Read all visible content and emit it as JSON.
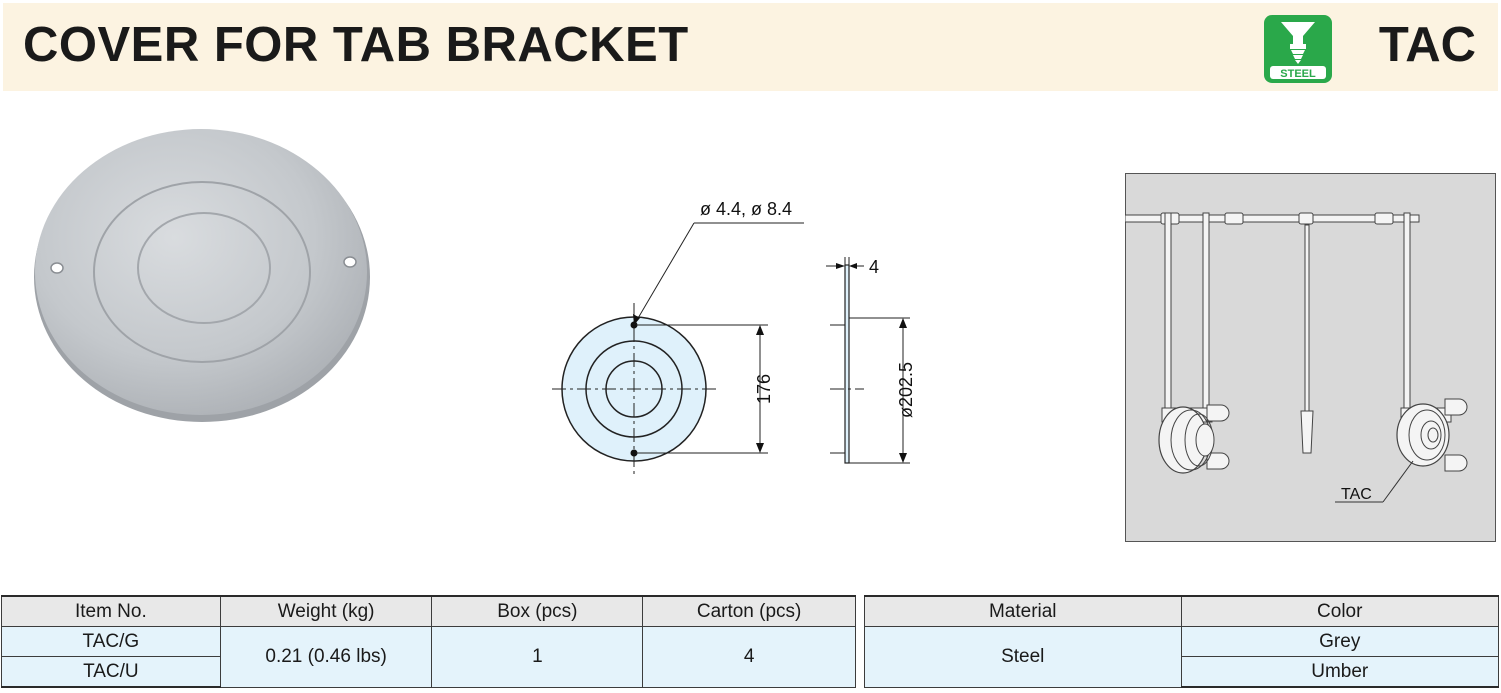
{
  "header": {
    "title": "COVER FOR TAB BRACKET",
    "code": "TAC",
    "badge_label": "STEEL"
  },
  "drawing": {
    "holes_label": "ø 4.4, ø 8.4",
    "thickness_label": "4",
    "hole_spacing_label": "176",
    "diameter_label": "ø202.5"
  },
  "application": {
    "callout_label": "TAC"
  },
  "spec_table": {
    "headers": [
      "Item No.",
      "Weight (kg)",
      "Box (pcs)",
      "Carton (pcs)"
    ],
    "items": [
      "TAC/G",
      "TAC/U"
    ],
    "weight": "0.21 (0.46 lbs)",
    "box": "1",
    "carton": "4"
  },
  "material_table": {
    "headers": [
      "Material",
      "Color"
    ],
    "material": "Steel",
    "colors": [
      "Grey",
      "Umber"
    ]
  },
  "colors": {
    "header_bg": "#fcf3e1",
    "badge_green": "#2aa84a",
    "table_row_bg": "#e4f3fb",
    "drawing_fill": "#dff1fb"
  }
}
